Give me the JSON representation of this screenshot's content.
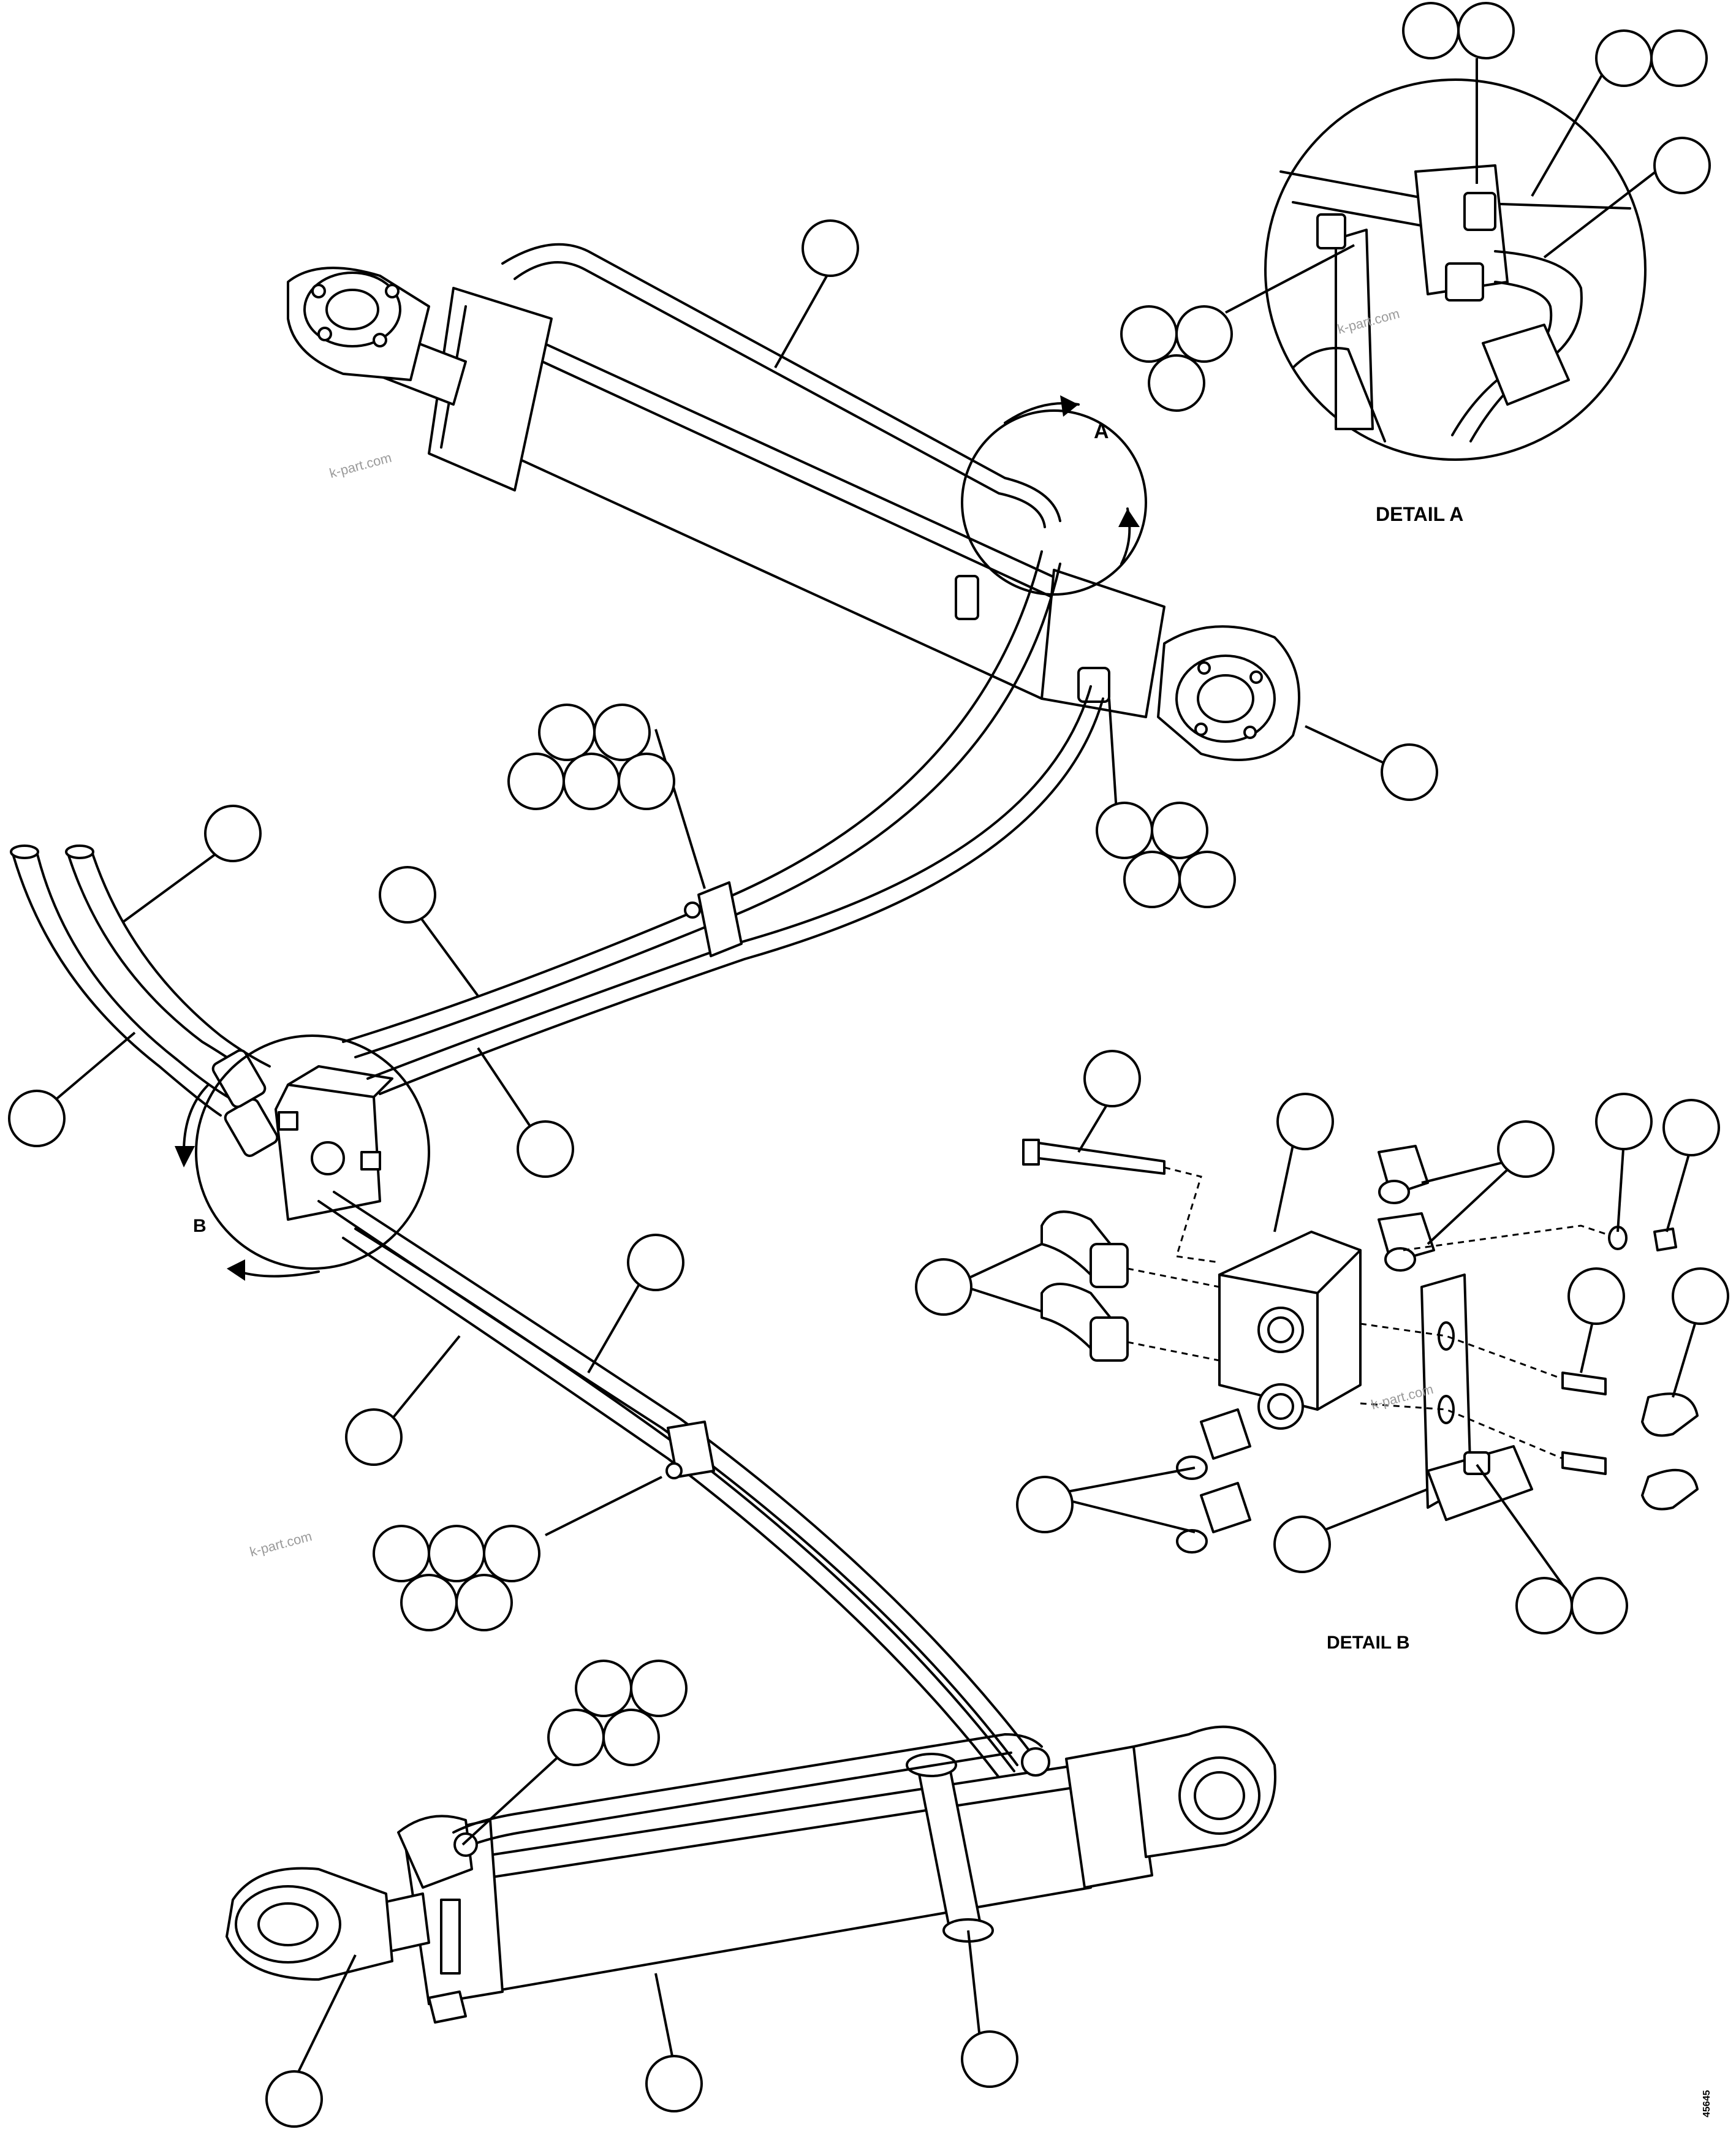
{
  "labels": {
    "detail_a": "DETAIL A",
    "detail_b": "DETAIL B",
    "view_a": "A",
    "view_b": "B",
    "figure_number": "45645"
  },
  "watermark": "k-part.com",
  "callout_groups": [
    {
      "id": "rod-hose-upper",
      "count": 1
    },
    {
      "id": "detail-a-top-left",
      "count": 2
    },
    {
      "id": "detail-a-top-right",
      "count": 2
    },
    {
      "id": "detail-a-hose",
      "count": 1
    },
    {
      "id": "detail-a-bolt",
      "count": 3
    },
    {
      "id": "upper-clamp",
      "count": 5
    },
    {
      "id": "upper-fitting",
      "count": 4
    },
    {
      "id": "upper-grease",
      "count": 1
    },
    {
      "id": "supply-hose-left",
      "count": 1
    },
    {
      "id": "supply-hose-right",
      "count": 1
    },
    {
      "id": "hose-mid-a",
      "count": 1
    },
    {
      "id": "hose-mid-b",
      "count": 1
    },
    {
      "id": "hose-lower-a",
      "count": 1
    },
    {
      "id": "hose-lower-b",
      "count": 1
    },
    {
      "id": "lower-clamp",
      "count": 5
    },
    {
      "id": "detail-b-bolt",
      "count": 1
    },
    {
      "id": "detail-b-block",
      "count": 1
    },
    {
      "id": "detail-b-elbows",
      "count": 1
    },
    {
      "id": "detail-b-top-adapters",
      "count": 1
    },
    {
      "id": "detail-b-washer",
      "count": 1
    },
    {
      "id": "detail-b-nut",
      "count": 1
    },
    {
      "id": "detail-b-nipple",
      "count": 1
    },
    {
      "id": "detail-b-cap",
      "count": 1
    },
    {
      "id": "detail-b-lower-adapters",
      "count": 1
    },
    {
      "id": "detail-b-bracket",
      "count": 1
    },
    {
      "id": "detail-b-bracket-bolt",
      "count": 2
    },
    {
      "id": "lower-fitting",
      "count": 4
    },
    {
      "id": "lower-grease",
      "count": 1
    },
    {
      "id": "lower-cylinder",
      "count": 1
    },
    {
      "id": "lower-clamp-bolt",
      "count": 1
    }
  ]
}
